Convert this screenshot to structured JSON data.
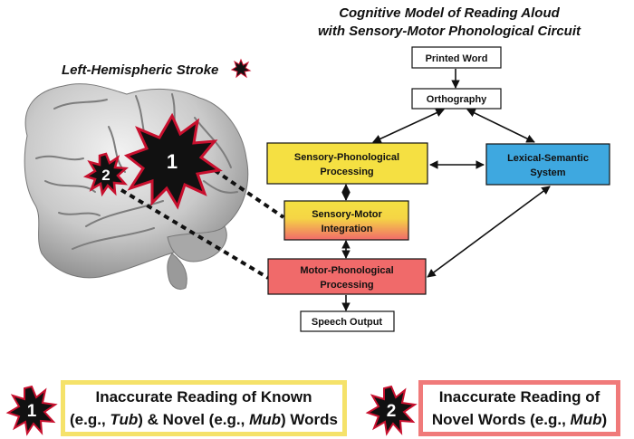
{
  "title": {
    "line1": "Cognitive Model of Reading Aloud",
    "line2": "with Sensory-Motor Phonological Circuit"
  },
  "stroke_label": "Left-Hemispheric Stroke",
  "lesions": [
    {
      "number": "1"
    },
    {
      "number": "2"
    }
  ],
  "boxes": {
    "printed_word": "Printed Word",
    "orthography": "Orthography",
    "sensory_phonological": [
      "Sensory-Phonological",
      "Processing"
    ],
    "lexical_semantic": [
      "Lexical-Semantic",
      "System"
    ],
    "sensory_motor": [
      "Sensory-Motor",
      "Integration"
    ],
    "motor_phonological": [
      "Motor-Phonological",
      "Processing"
    ],
    "speech_output": "Speech Output"
  },
  "legend": [
    {
      "number": "1",
      "line1": "Inaccurate Reading of Known",
      "line2_parts": [
        "(e.g., ",
        "Tub",
        ") & Novel (e.g., ",
        "Mub",
        ") Words"
      ]
    },
    {
      "number": "2",
      "line1": "Inaccurate Reading of",
      "line2_parts": [
        "Novel Words (e.g., ",
        "Mub",
        ")"
      ]
    }
  ],
  "colors": {
    "yellow_box": "#f5e042",
    "blue_box": "#3ea8e0",
    "red_box": "#f06a6a",
    "legend_border_1": "#f5e26a",
    "legend_border_2": "#f07a7a",
    "burst_fill": "#111111",
    "burst_stroke": "#c8102e"
  }
}
